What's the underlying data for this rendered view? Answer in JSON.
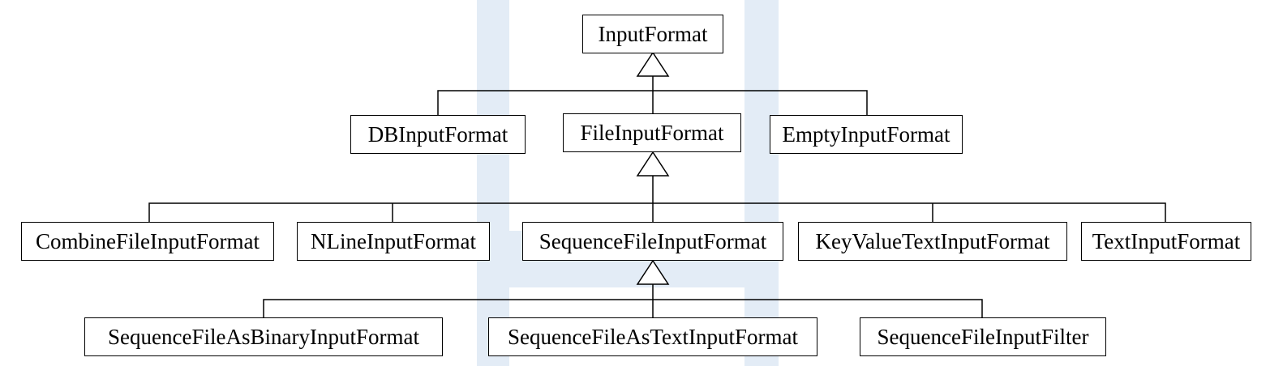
{
  "diagram": {
    "type": "class-hierarchy",
    "nodes": {
      "input_format": "InputFormat",
      "db_input_format": "DBInputFormat",
      "file_input_format": "FileInputFormat",
      "empty_input_format": "EmptyInputFormat",
      "combine_file_input_format": "CombineFileInputFormat",
      "nline_input_format": "NLineInputFormat",
      "sequence_file_input_format": "SequenceFileInputFormat",
      "key_value_text_input_format": "KeyValueTextInputFormat",
      "text_input_format": "TextInputFormat",
      "sequence_file_as_binary_input_format": "SequenceFileAsBinaryInputFormat",
      "sequence_file_as_text_input_format": "SequenceFileAsTextInputFormat",
      "sequence_file_input_filter": "SequenceFileInputFilter"
    },
    "inheritance": [
      {
        "parent": "input_format",
        "children": [
          "db_input_format",
          "file_input_format",
          "empty_input_format"
        ]
      },
      {
        "parent": "file_input_format",
        "children": [
          "combine_file_input_format",
          "nline_input_format",
          "sequence_file_input_format",
          "key_value_text_input_format",
          "text_input_format"
        ]
      },
      {
        "parent": "sequence_file_input_format",
        "children": [
          "sequence_file_as_binary_input_format",
          "sequence_file_as_text_input_format",
          "sequence_file_input_filter"
        ]
      }
    ]
  }
}
